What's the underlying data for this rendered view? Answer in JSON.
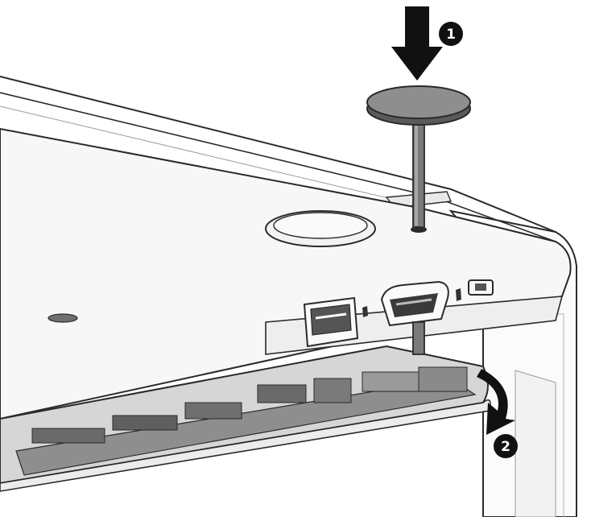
{
  "steps": [
    {
      "number": "1",
      "action": "press-down"
    },
    {
      "number": "2",
      "action": "rotate-away"
    }
  ],
  "colors": {
    "outline": "#2a2a2a",
    "body_fill": "#f7f7f7",
    "shadow_fill": "#e4e4e4",
    "callout_fill": "#111111",
    "arrow_fill": "#111111",
    "tool_fill": "#7a7a7a",
    "board_fill": "#8e8e8e"
  },
  "icons": [
    "down-arrow-icon",
    "rotate-arrow-icon",
    "usb-port-icon",
    "hdmi-port-icon",
    "mini-port-icon"
  ]
}
